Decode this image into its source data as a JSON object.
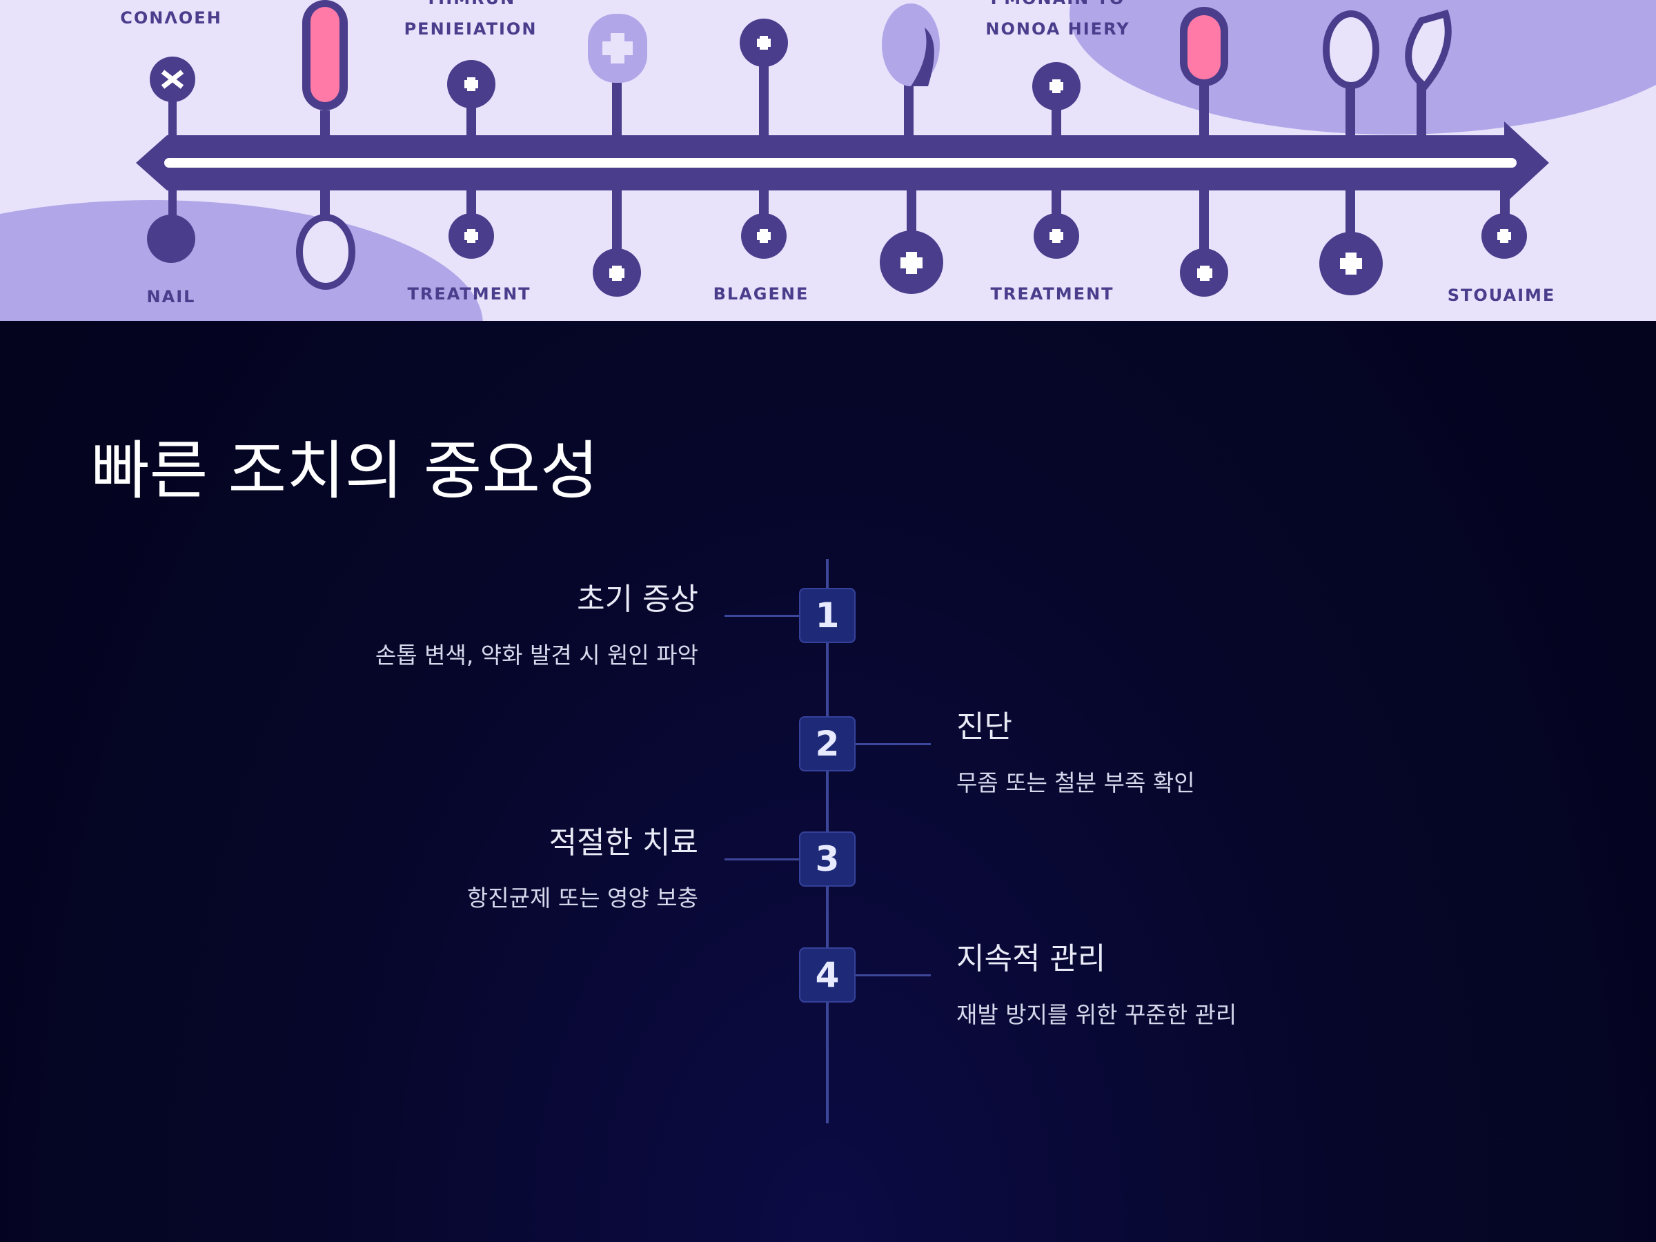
{
  "hero": {
    "top_labels": [
      "CONΛOEH",
      "THMRUN",
      "PENIEIATION",
      "PMONAIN TO",
      "NONOA HIERY"
    ],
    "bottom_labels": [
      "NAIL",
      "TREATMENT",
      "BLAGENE",
      "TREATMENT",
      "STOUAIME"
    ],
    "colors": {
      "background": "#e8e3fb",
      "shape": "#b1a6e8",
      "line": "#4a3d8c",
      "accent_pink": "#ff7aa6"
    }
  },
  "title": "빠른 조치의 중요성",
  "steps": [
    {
      "number": "1",
      "title": "초기 증상",
      "desc": "손톱 변색, 약화 발견 시 원인 파악"
    },
    {
      "number": "2",
      "title": "진단",
      "desc": "무좀 또는 철분 부족 확인"
    },
    {
      "number": "3",
      "title": "적절한 치료",
      "desc": "항진균제 또는 영양 보충"
    },
    {
      "number": "4",
      "title": "지속적 관리",
      "desc": "재발 방지를 위한 꾸준한 관리"
    }
  ],
  "colors": {
    "step_box": "#1e2a78",
    "axis": "#3d4799",
    "text": "#e9ebf6"
  }
}
